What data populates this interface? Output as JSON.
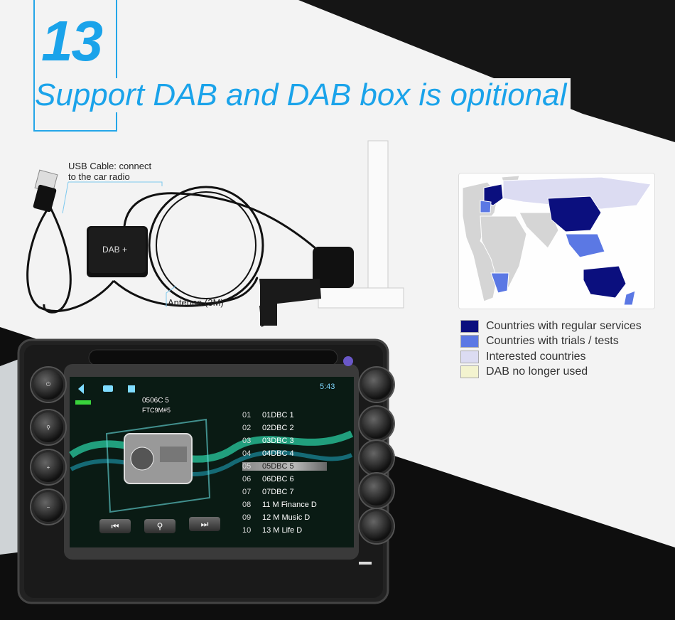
{
  "feature": {
    "number": "13",
    "title": "Support DAB and DAB box is opitional"
  },
  "accessory": {
    "usb_label_line1": "USB Cable: connect",
    "usb_label_line2": "to the car radio",
    "box_label": "DAB +",
    "antenna_label": "Antenna (3M)"
  },
  "map_legend": {
    "items": [
      {
        "label": "Countries with regular services",
        "color": "#0b0f7e"
      },
      {
        "label": "Countries with trials / tests",
        "color": "#5b78e4"
      },
      {
        "label": "Interested countries",
        "color": "#dcdcf2"
      },
      {
        "label": "DAB no longer used",
        "color": "#f3f3cf"
      }
    ]
  },
  "head_unit": {
    "status_time": "5:43",
    "station_line1": "0506C 5",
    "station_line2": "FTC9M#5",
    "tracks": [
      {
        "num": "01",
        "name": "01DBC 1"
      },
      {
        "num": "02",
        "name": "02DBC 2"
      },
      {
        "num": "03",
        "name": "03DBC 3"
      },
      {
        "num": "04",
        "name": "04DBC 4"
      },
      {
        "num": "05",
        "name": "05DBC 5"
      },
      {
        "num": "06",
        "name": "06DBC 6"
      },
      {
        "num": "07",
        "name": "07DBC 7"
      },
      {
        "num": "08",
        "name": "11 M Finance D"
      },
      {
        "num": "09",
        "name": "12 M Music D"
      },
      {
        "num": "10",
        "name": "13 M Life D"
      }
    ],
    "active_track_index": 4,
    "left_buttons": [
      "power",
      "gps",
      "VOL+",
      "VOL-"
    ],
    "controls": [
      "prev-icon",
      "search-icon",
      "next-icon"
    ]
  }
}
